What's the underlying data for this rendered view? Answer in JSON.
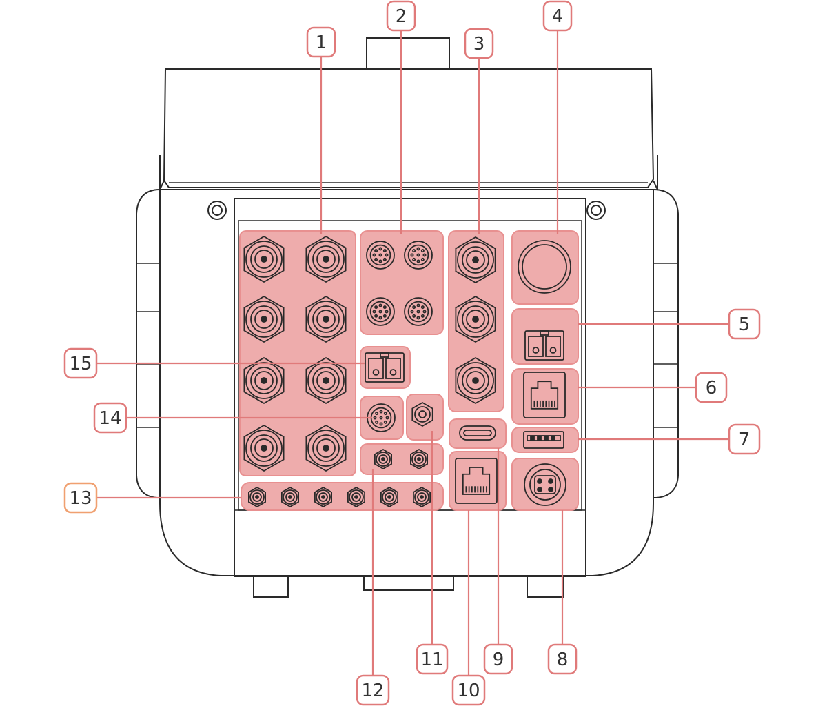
{
  "callouts": [
    {
      "label": "1",
      "color": "#e07a7a"
    },
    {
      "label": "2",
      "color": "#e07a7a"
    },
    {
      "label": "3",
      "color": "#e07a7a"
    },
    {
      "label": "4",
      "color": "#e07a7a"
    },
    {
      "label": "5",
      "color": "#e07a7a"
    },
    {
      "label": "6",
      "color": "#e07a7a"
    },
    {
      "label": "7",
      "color": "#e07a7a"
    },
    {
      "label": "8",
      "color": "#e07a7a"
    },
    {
      "label": "9",
      "color": "#e07a7a"
    },
    {
      "label": "10",
      "color": "#e07a7a"
    },
    {
      "label": "11",
      "color": "#e07a7a"
    },
    {
      "label": "12",
      "color": "#e07a7a"
    },
    {
      "label": "13",
      "color": "#f0a070"
    },
    {
      "label": "14",
      "color": "#e07a7a"
    },
    {
      "label": "15",
      "color": "#e07a7a"
    }
  ],
  "colors": {
    "highlight": "#e89090",
    "outline": "#2a2a2a",
    "callout_text": "#333333"
  }
}
